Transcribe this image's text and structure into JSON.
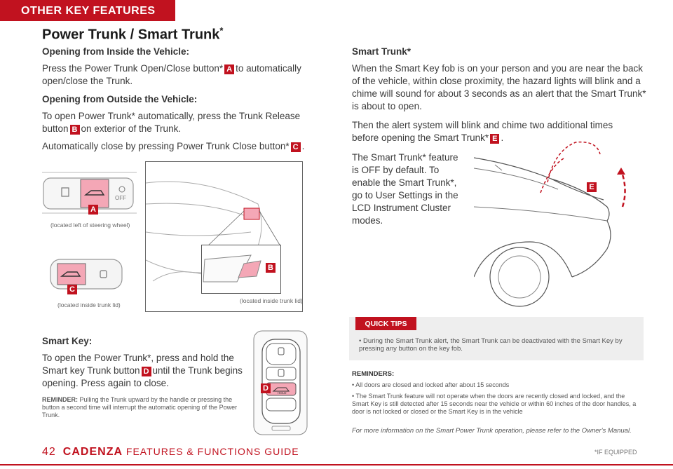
{
  "header": {
    "section_tab": "OTHER KEY FEATURES",
    "title": "Power Trunk / Smart Trunk",
    "title_mark": "*"
  },
  "left": {
    "inside_heading": "Opening from Inside the Vehicle:",
    "inside_text_1": "Press the Power Trunk Open/Close button*",
    "inside_text_2": "to automatically open/close the Trunk.",
    "outside_heading": "Opening from Outside the Vehicle:",
    "outside_text_1": "To open Power Trunk* automatically, press the Trunk Release button",
    "outside_text_2": "on exterior of the Trunk.",
    "close_text": "Automatically close by pressing Power Trunk Close button*",
    "close_end": "."
  },
  "badges": {
    "a": "A",
    "b": "B",
    "c": "C",
    "d": "D",
    "e": "E"
  },
  "captions": {
    "steering": "(located left of steering wheel)",
    "trunk_lid_left": "(located inside trunk lid)",
    "trunk_lid_right": "(located inside trunk lid)"
  },
  "panel_labels": {
    "off": "OFF",
    "hold": "HOLD"
  },
  "smart_key": {
    "heading": "Smart Key:",
    "text_1": "To open the Power Trunk*, press and hold the Smart key Trunk button",
    "text_2": "until the Trunk begins opening. Press again to close.",
    "reminder_label": "REMINDER:",
    "reminder_text": "Pulling the Trunk upward by the handle or pressing the button a second time will interrupt the automatic opening of the Power Trunk."
  },
  "right": {
    "heading": "Smart Trunk*",
    "para_1": "When the Smart Key fob is on your person and you are near the back of the vehicle, within close proximity, the hazard lights will blink and a chime will sound for about 3 seconds as an alert that the Smart Trunk* is about to open.",
    "para_2": "Then the alert system will blink and chime two additional times before opening the Smart Trunk*",
    "para_2_end": ".",
    "para_3": "The Smart Trunk* feature is OFF by default. To enable the Smart Trunk*, go to User Settings in the LCD Instrument Cluster modes."
  },
  "quick_tips": {
    "label": "QUICK TIPS",
    "tip": "During the Smart Trunk alert, the Smart Trunk can be deactivated with the Smart Key by pressing any button on the key fob."
  },
  "reminders": {
    "label": "REMINDERS:",
    "items": [
      "All doors are closed and locked after about 15 seconds",
      "The Smart Trunk feature will not operate when the doors are recently closed and locked, and the Smart Key is still detected after 15 seconds near the vehicle or within 60 inches of the door handles, a door is not locked or closed or the Smart Key is in the vehicle"
    ],
    "note": "For more information on the Smart Power Trunk operation, please refer to the Owner's Manual."
  },
  "footer": {
    "page_number": "42",
    "brand": "CADENZA",
    "guide": "FEATURES & FUNCTIONS GUIDE",
    "equipped": "*IF EQUIPPED"
  },
  "colors": {
    "accent": "#c1121f",
    "tips_bg": "#eeeeee",
    "highlight": "#f4a7b6"
  }
}
